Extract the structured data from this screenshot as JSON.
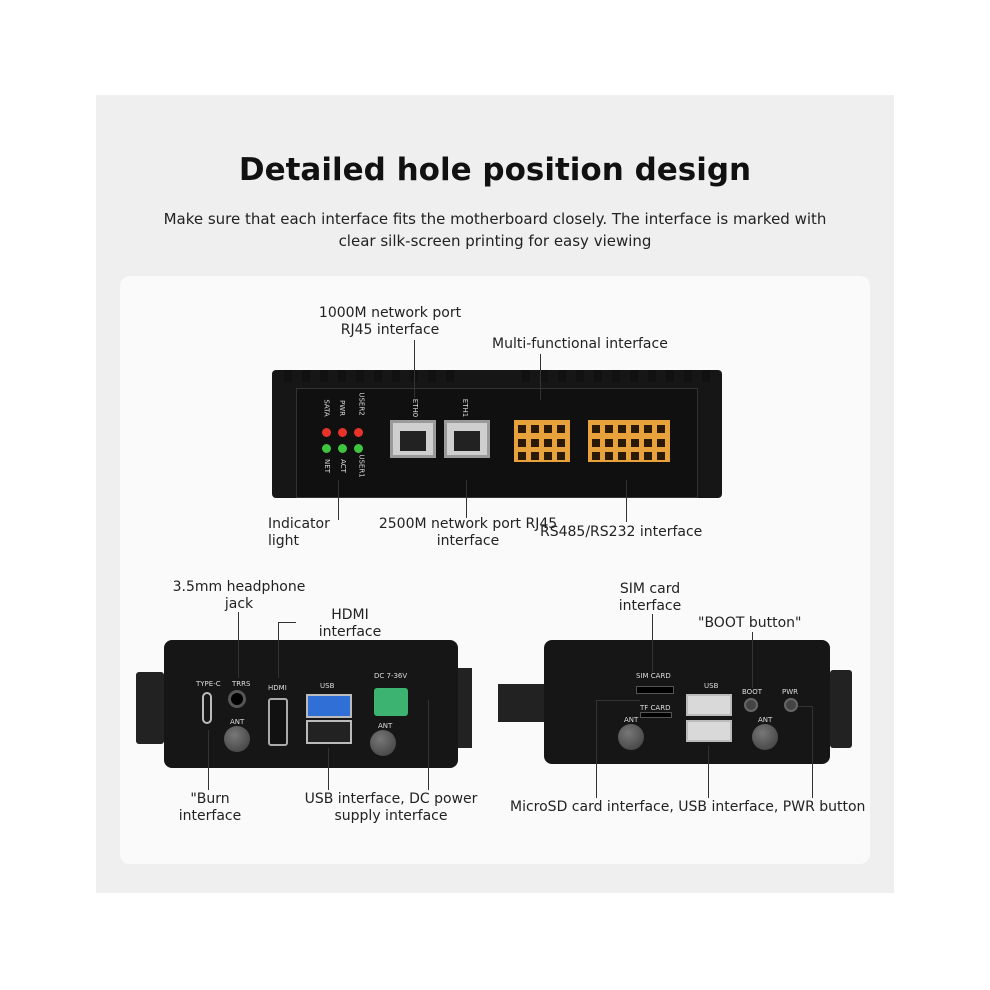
{
  "title": "Detailed hole position design",
  "subtitle": "Make sure that each interface fits the motherboard closely. The interface is marked with clear silk-screen printing for easy viewing",
  "labels": {
    "net1000": "1000M network port\nRJ45 interface",
    "multi": "Multi-functional interface",
    "indicator": "Indicator\nlight",
    "net2500": "2500M network port RJ45\ninterface",
    "rs485": "RS485/RS232 interface",
    "headphone": "3.5mm headphone\njack",
    "hdmi": "HDMI\ninterface",
    "burn": "\"Burn\ninterface",
    "usbdc": "USB interface, DC power\nsupply interface",
    "sim": "SIM card\ninterface",
    "boot": "\"BOOT button\"",
    "microsd": "MicroSD card interface, USB interface, PWR button"
  },
  "silk": {
    "top": {
      "usr2": "USER2",
      "pwr": "PWR",
      "sata": "SATA",
      "usr1": "USER1",
      "act": "ACT",
      "net": "NET",
      "eth0": "ETH0",
      "eth1": "ETH1"
    },
    "left": {
      "typec": "TYPE-C",
      "trrs": "TRRS",
      "hdmi": "HDMI",
      "usb": "USB",
      "dc": "DC 7-36V",
      "ant1": "ANT",
      "ant2": "ANT"
    },
    "right": {
      "simcard": "SIM CARD",
      "tfcard": "TF CARD",
      "usb": "USB",
      "boot": "BOOT",
      "pwr": "PWR",
      "ant1": "ANT",
      "ant2": "ANT"
    }
  },
  "colors": {
    "led_red": "#e8332a",
    "led_green": "#3ec43e",
    "usb3_blue": "#2f6fd6",
    "terminal": "#e8a23c",
    "dc_green": "#3cb371"
  }
}
